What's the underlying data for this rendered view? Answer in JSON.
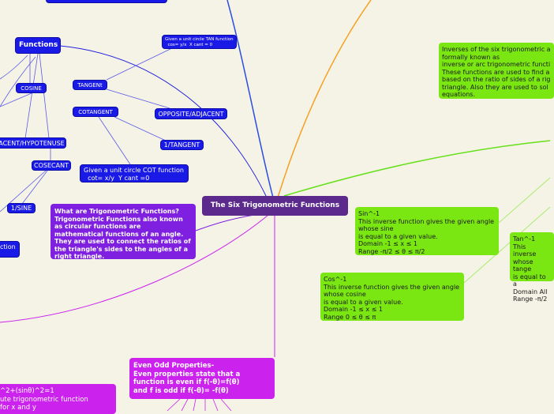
{
  "center": {
    "title": "The Six Trigonometric Functions"
  },
  "blue": {
    "functions": "Functions",
    "cosine": "COSINE",
    "tangent": "TANGENt",
    "cotangent": "COTANGENT",
    "opposite_adjacent": "OPPOSITE/ADJACENT",
    "one_over_tangent": "1/TANGENT",
    "adjacent_hypotenuse": "ACENT/HYPOTENUSE",
    "cosecant": "COSECANT",
    "one_over_sine": "1/SINE",
    "tan_circle": "Given a unit circle TAN function\n  cos= y/x  X cant = 0",
    "cot_circle": "Given a unit circle COT function\n  cot= x/y  Y cant =0",
    "left_cut": "ction"
  },
  "purple": {
    "what_are": "What are Trigonometric Functions?\nTrigonometric Functions also known as circular functions are mathematical functions of an angle. They are used to connect the ratios of the triangle's sides to the angles of a right triangle."
  },
  "magenta": {
    "even_odd": "Even Odd Properties-\nEven properties state that a function is even if f(-θ)=f(θ)\nand f is odd if f(-θ)= -f(θ)",
    "pythag": "^2+(sinθ)^2=1\nute trigonometric function\nfor x and y"
  },
  "green": {
    "inverses": "Inverses of the six trigonometric a\nformally known as\ninverse or arc trigonometric functi\nThese functions are used to find a\nbased on the ratio of sides of a rig\ntriangle. Also they are used to sol\nequations.",
    "sin_inv": "Sin^-1\nThis inverse function gives the given angle whose sine\nis equal to a given value.\nDomain -1 ≤ x ≤ 1\nRange -π/2 ≤ θ ≤ π/2",
    "cos_inv": "Cos^-1\nThis inverse function gives the given angle whose cosine\nis equal to a given value.\nDomain -1 ≤ x ≤ 1\nRange 0 ≤ θ ≤ π",
    "tan_inv": "Tan^-1\nThis inverse\nwhose tange\nis equal to a\nDomain All\nRange -π/2"
  }
}
